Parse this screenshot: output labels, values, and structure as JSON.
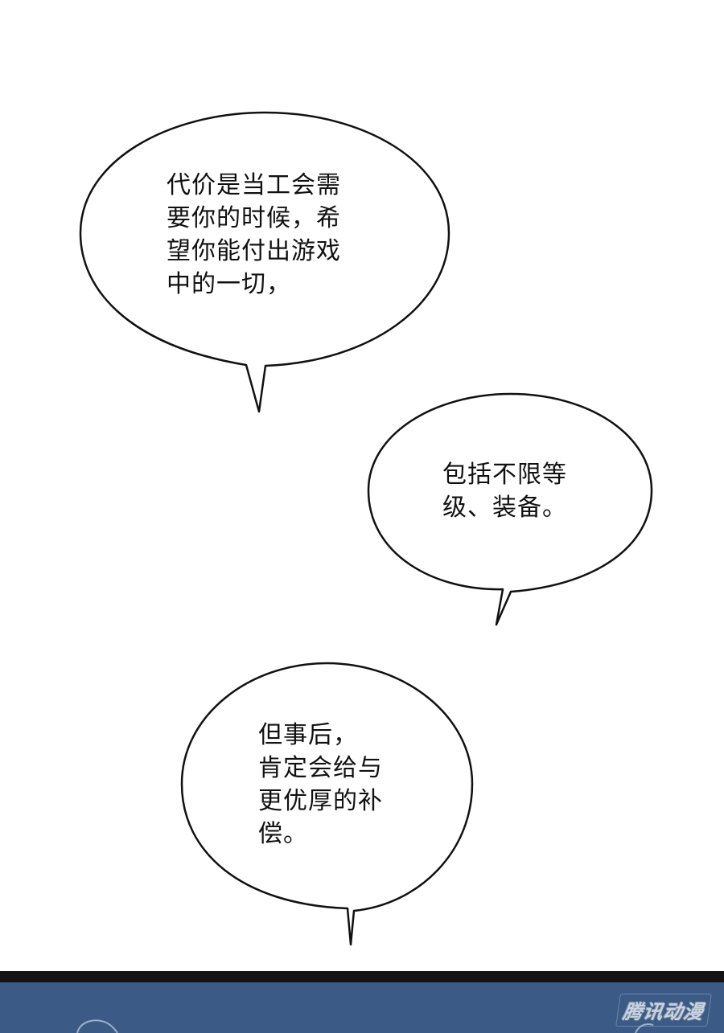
{
  "bubbles": [
    {
      "text": "代价是当工会需\n要你的时候，希\n望你能付出游戏\n中的一切，"
    },
    {
      "text": "包括不限等\n级、装备。"
    },
    {
      "text": "但事后，\n肯定会给与\n更优厚的补\n偿。"
    }
  ],
  "watermark": {
    "text": "腾讯动漫"
  },
  "colors": {
    "page_background": "#ffffff",
    "bubble_fill": "#ffffff",
    "bubble_outline": "#111111",
    "text": "#111111",
    "panel_blue": "#3b5b86",
    "panel_border": "#141414"
  }
}
